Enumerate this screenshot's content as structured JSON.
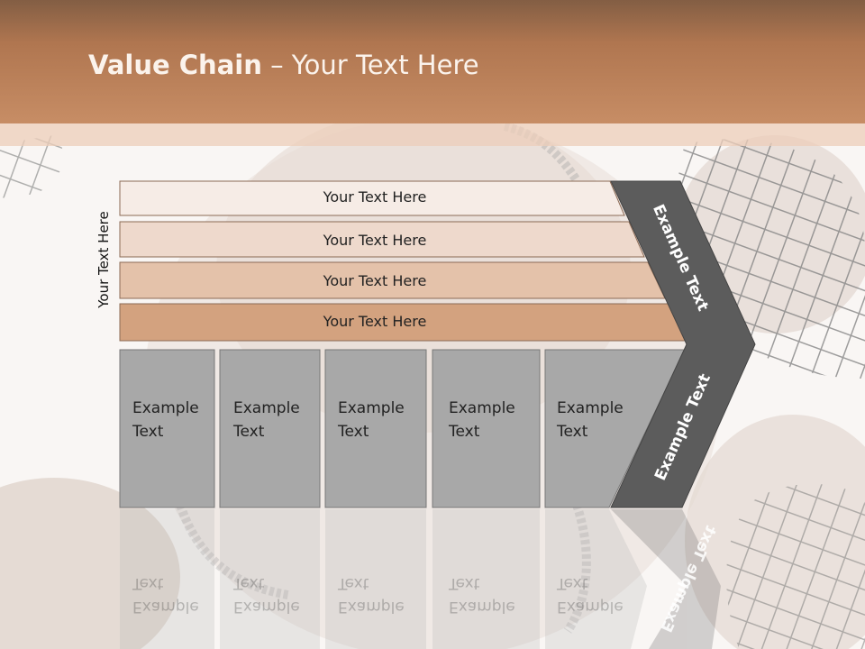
{
  "slide": {
    "title_bold": "Value Chain",
    "title_rest": " – Your Text Here",
    "side_label": "Your Text Here",
    "bars": [
      {
        "label": "Your Text Here",
        "color": "#f6ece6"
      },
      {
        "label": "Your Text Here",
        "color": "#eed9cc"
      },
      {
        "label": "Your Text Here",
        "color": "#e4c2aa"
      },
      {
        "label": "Your Text Here",
        "color": "#d3a27f"
      }
    ],
    "columns": [
      {
        "line1": "Example",
        "line2": "Text"
      },
      {
        "line1": "Example",
        "line2": "Text"
      },
      {
        "line1": "Example",
        "line2": "Text"
      },
      {
        "line1": "Example",
        "line2": "Text"
      },
      {
        "line1": "Example",
        "line2": "Text"
      }
    ],
    "arrow_upper": "Example Text",
    "arrow_lower": "Example Text"
  },
  "colors": {
    "header_top": "#835e44",
    "header_bottom": "#c78d65",
    "column_fill": "#a8a8a8",
    "arrow_fill": "#5c5c5c"
  }
}
